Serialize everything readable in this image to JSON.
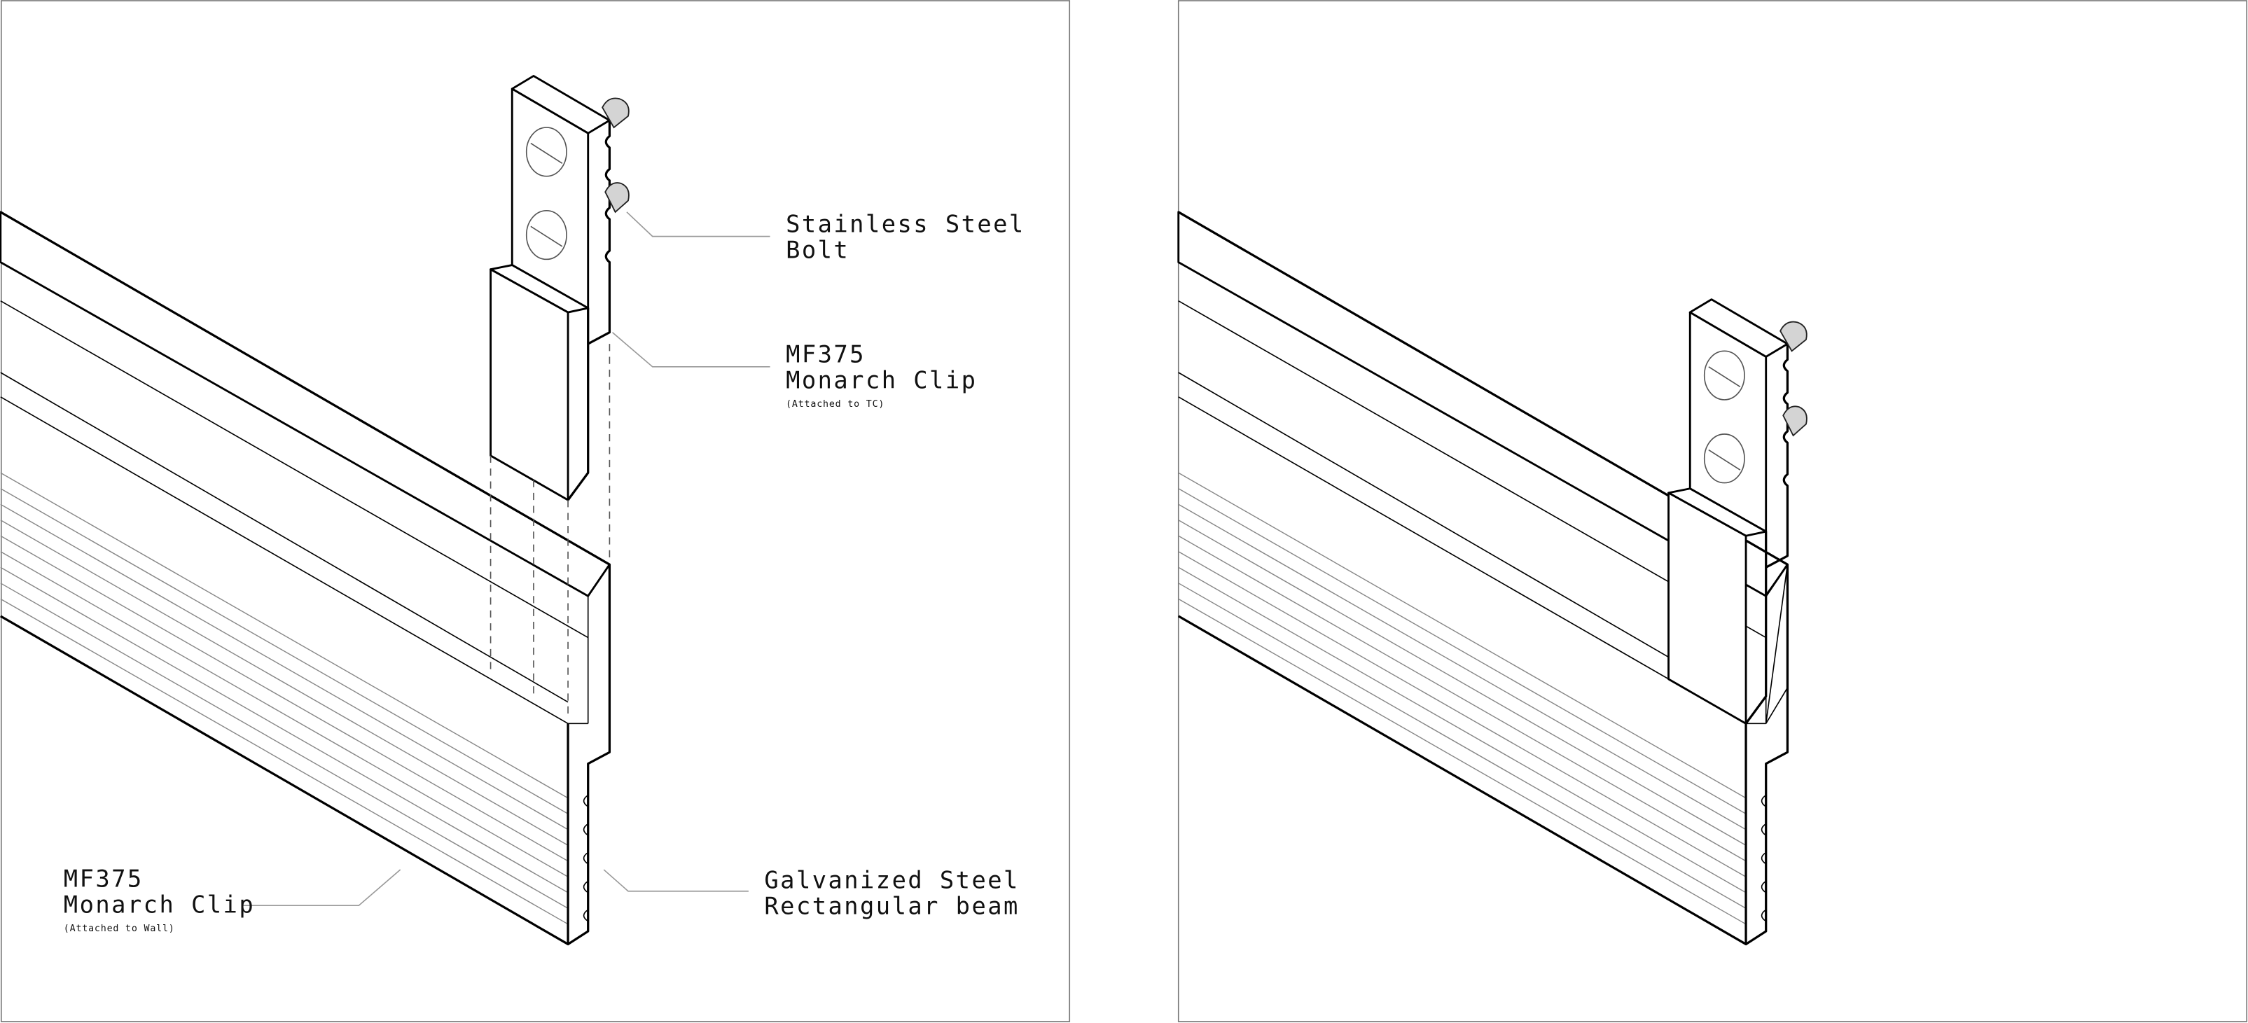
{
  "left_panel": {
    "labels": {
      "bolt": {
        "line1": "Stainless Steel",
        "line2": "Bolt"
      },
      "clip_tc": {
        "line1": "MF375",
        "line2": "Monarch Clip",
        "note": "(Attached to TC)"
      },
      "beam": {
        "line1": "Galvanized Steel",
        "line2": "Rectangular beam"
      },
      "clip_wall": {
        "line1": "MF375",
        "line2": "Monarch Clip",
        "note": "(Attached to Wall)"
      }
    }
  },
  "right_panel": {},
  "colors": {
    "line": "#000000",
    "bolt_fill": "#d4d4d4",
    "leader": "#999999"
  }
}
